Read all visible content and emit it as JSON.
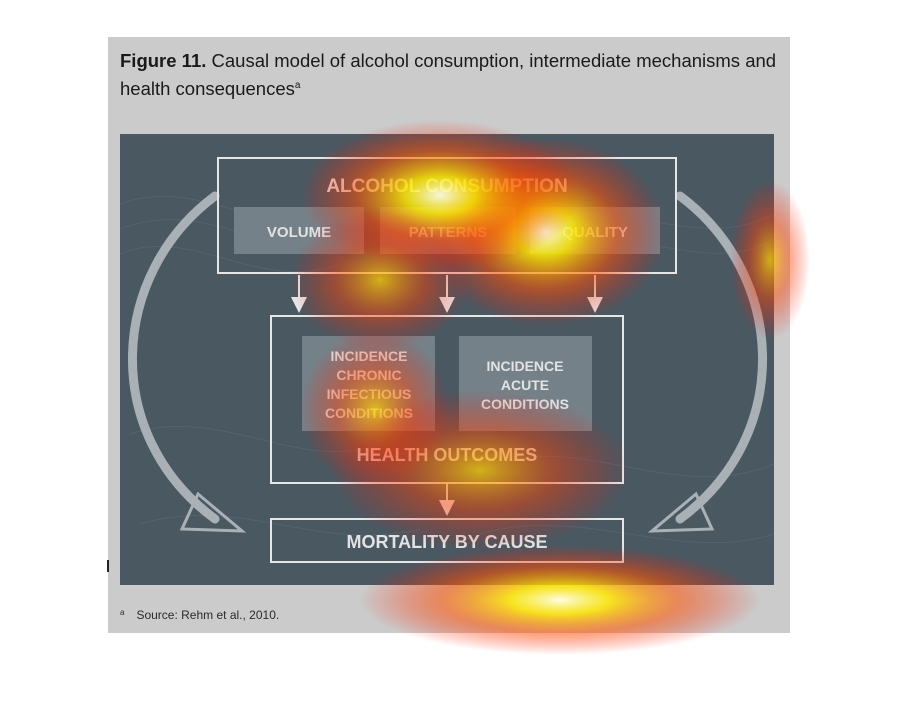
{
  "figure": {
    "label": "Figure 11.",
    "caption": "Causal model of alcohol consumption, intermediate mechanisms and health consequences",
    "caption_marker": "a"
  },
  "diagram": {
    "consumption": {
      "title": "ALCOHOL CONSUMPTION",
      "volume": "VOLUME",
      "patterns": "PATTERNS",
      "quality": "QUALITY"
    },
    "outcomes": {
      "chronic": [
        "INCIDENCE",
        "CHRONIC",
        "INFECTIOUS",
        "CONDITIONS"
      ],
      "acute": [
        "INCIDENCE",
        "ACUTE",
        "CONDITIONS"
      ],
      "title": "HEALTH OUTCOMES"
    },
    "mortality": "MORTALITY BY CAUSE"
  },
  "footnote": {
    "marker": "a",
    "text": "Source: Rehm et al., 2010."
  },
  "colors": {
    "panel": "#cbcbcb",
    "diagram_bg": "#4a5862",
    "box_stroke": "#e6e6e6",
    "box_fill": "#7d8890",
    "heat_hot": "#ffffe0",
    "heat_warm": "#ffd000",
    "heat_cool": "#ff2000"
  }
}
